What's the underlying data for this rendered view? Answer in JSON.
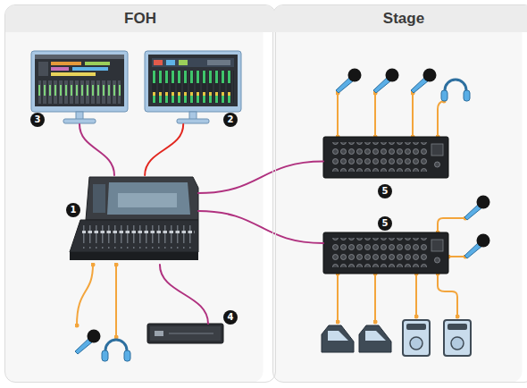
{
  "diagram": {
    "nodes": [
      {
        "text": [
          "FOH"
        ]
      },
      {
        "text": [
          "3"
        ],
        "in": 0
      },
      {
        "text": [
          "2"
        ],
        "in": 0
      },
      {
        "text": [
          "1"
        ],
        "in": 0
      },
      {
        "text": [
          "4"
        ],
        "in": 0
      },
      {
        "text": [
          "Stage"
        ]
      },
      {
        "text": [
          "5"
        ],
        "in": 5
      },
      {
        "text": [
          "5"
        ],
        "in": 5
      }
    ],
    "edges": [
      {
        "from": 3,
        "to": 1,
        "arrow": "none"
      },
      {
        "from": 3,
        "to": 2,
        "arrow": "none"
      },
      {
        "from": 3,
        "to": 6,
        "arrow": "none"
      },
      {
        "from": 3,
        "to": 7,
        "arrow": "none"
      },
      {
        "from": 3,
        "to": 4,
        "arrow": "none"
      }
    ]
  }
}
